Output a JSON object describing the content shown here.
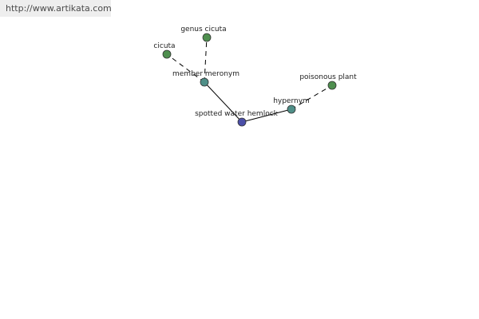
{
  "site": {
    "url": "http://www.artikata.com"
  },
  "nodes": {
    "spotted_water_hemlock": {
      "label": "spotted water hemlock",
      "color": "#4b4fa8"
    },
    "member_meronym": {
      "label": "member meronym",
      "color": "#4f8f88"
    },
    "hypernym": {
      "label": "hypernym",
      "color": "#4f8f88"
    },
    "cicuta": {
      "label": "cicuta",
      "color": "#4f8f4f"
    },
    "genus_cicuta": {
      "label": "genus cicuta",
      "color": "#4f8f4f"
    },
    "poisonous_plant": {
      "label": "poisonous plant",
      "color": "#4f8f4f"
    }
  },
  "edges": [
    {
      "from": "spotted_water_hemlock",
      "to": "member_meronym",
      "style": "solid"
    },
    {
      "from": "spotted_water_hemlock",
      "to": "hypernym",
      "style": "solid"
    },
    {
      "from": "member_meronym",
      "to": "cicuta",
      "style": "dashed"
    },
    {
      "from": "member_meronym",
      "to": "genus_cicuta",
      "style": "dashed"
    },
    {
      "from": "hypernym",
      "to": "poisonous_plant",
      "style": "dashed"
    }
  ]
}
